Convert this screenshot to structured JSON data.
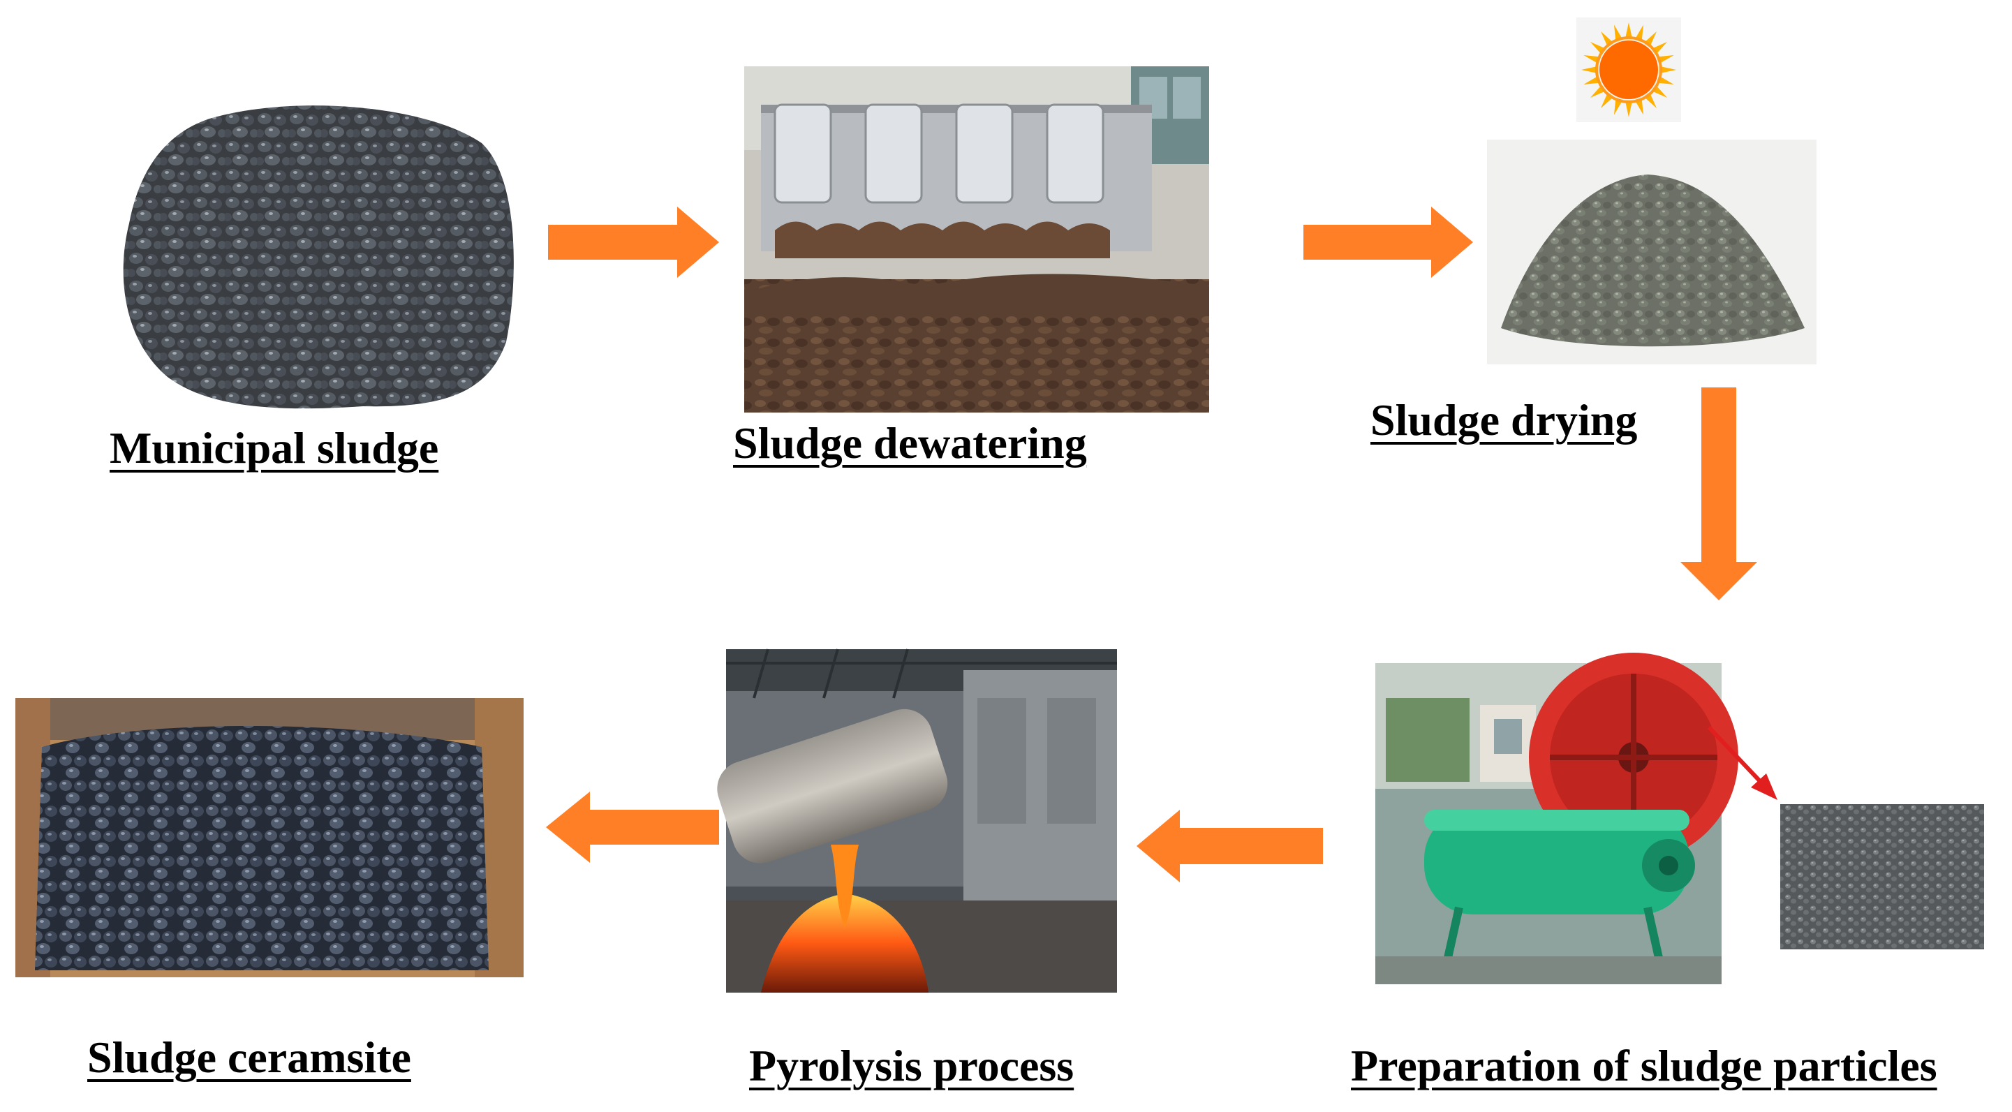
{
  "colors": {
    "arrow": "#FF7F27",
    "detail_arrow": "#E21F1F",
    "sun_core": "#FF6A00",
    "sun_rays": "#FFB000",
    "label_text": "#000000"
  },
  "steps": {
    "municipal": {
      "label": "Municipal sludge"
    },
    "dewatering": {
      "label": "Sludge dewatering"
    },
    "drying": {
      "label": "Sludge drying"
    },
    "particles": {
      "label": "Preparation of sludge particles"
    },
    "pyrolysis": {
      "label": "Pyrolysis process"
    },
    "ceramsite": {
      "label": "Sludge ceramsite"
    }
  },
  "icons": [
    "sun-icon",
    "process-arrow",
    "detail-arrow"
  ]
}
